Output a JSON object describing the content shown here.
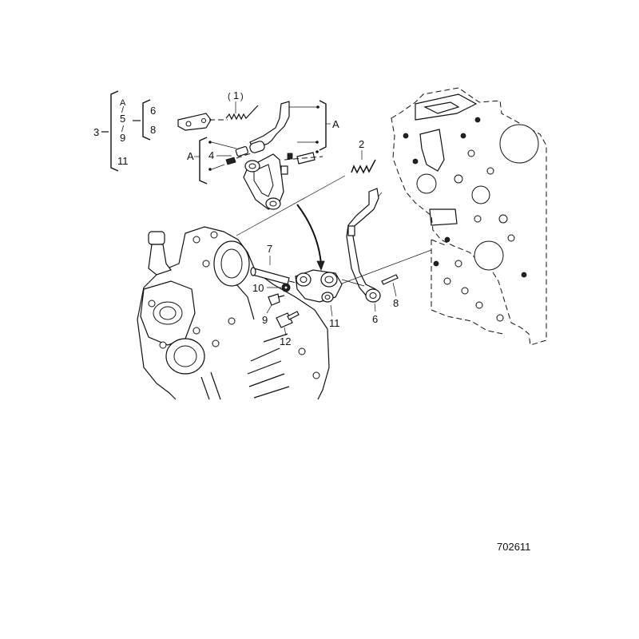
{
  "diagram": {
    "figure_number": "702611",
    "callouts": {
      "n1": "1",
      "n2": "2",
      "n3": "3",
      "n4": "4",
      "n5": "5",
      "n6": "6",
      "n7": "7",
      "n8": "8",
      "n9": "9",
      "n10": "10",
      "n11": "11",
      "n12": "12"
    },
    "legend": {
      "group_label": "3",
      "items": [
        "A",
        "5",
        "9",
        "11"
      ],
      "sub_items": [
        "6",
        "8"
      ]
    },
    "assembly_marker": "A",
    "separator": "/",
    "paren_open": "(",
    "paren_close": ")",
    "legend_main_items_text": [
      "A",
      "5",
      "9",
      "11"
    ]
  }
}
